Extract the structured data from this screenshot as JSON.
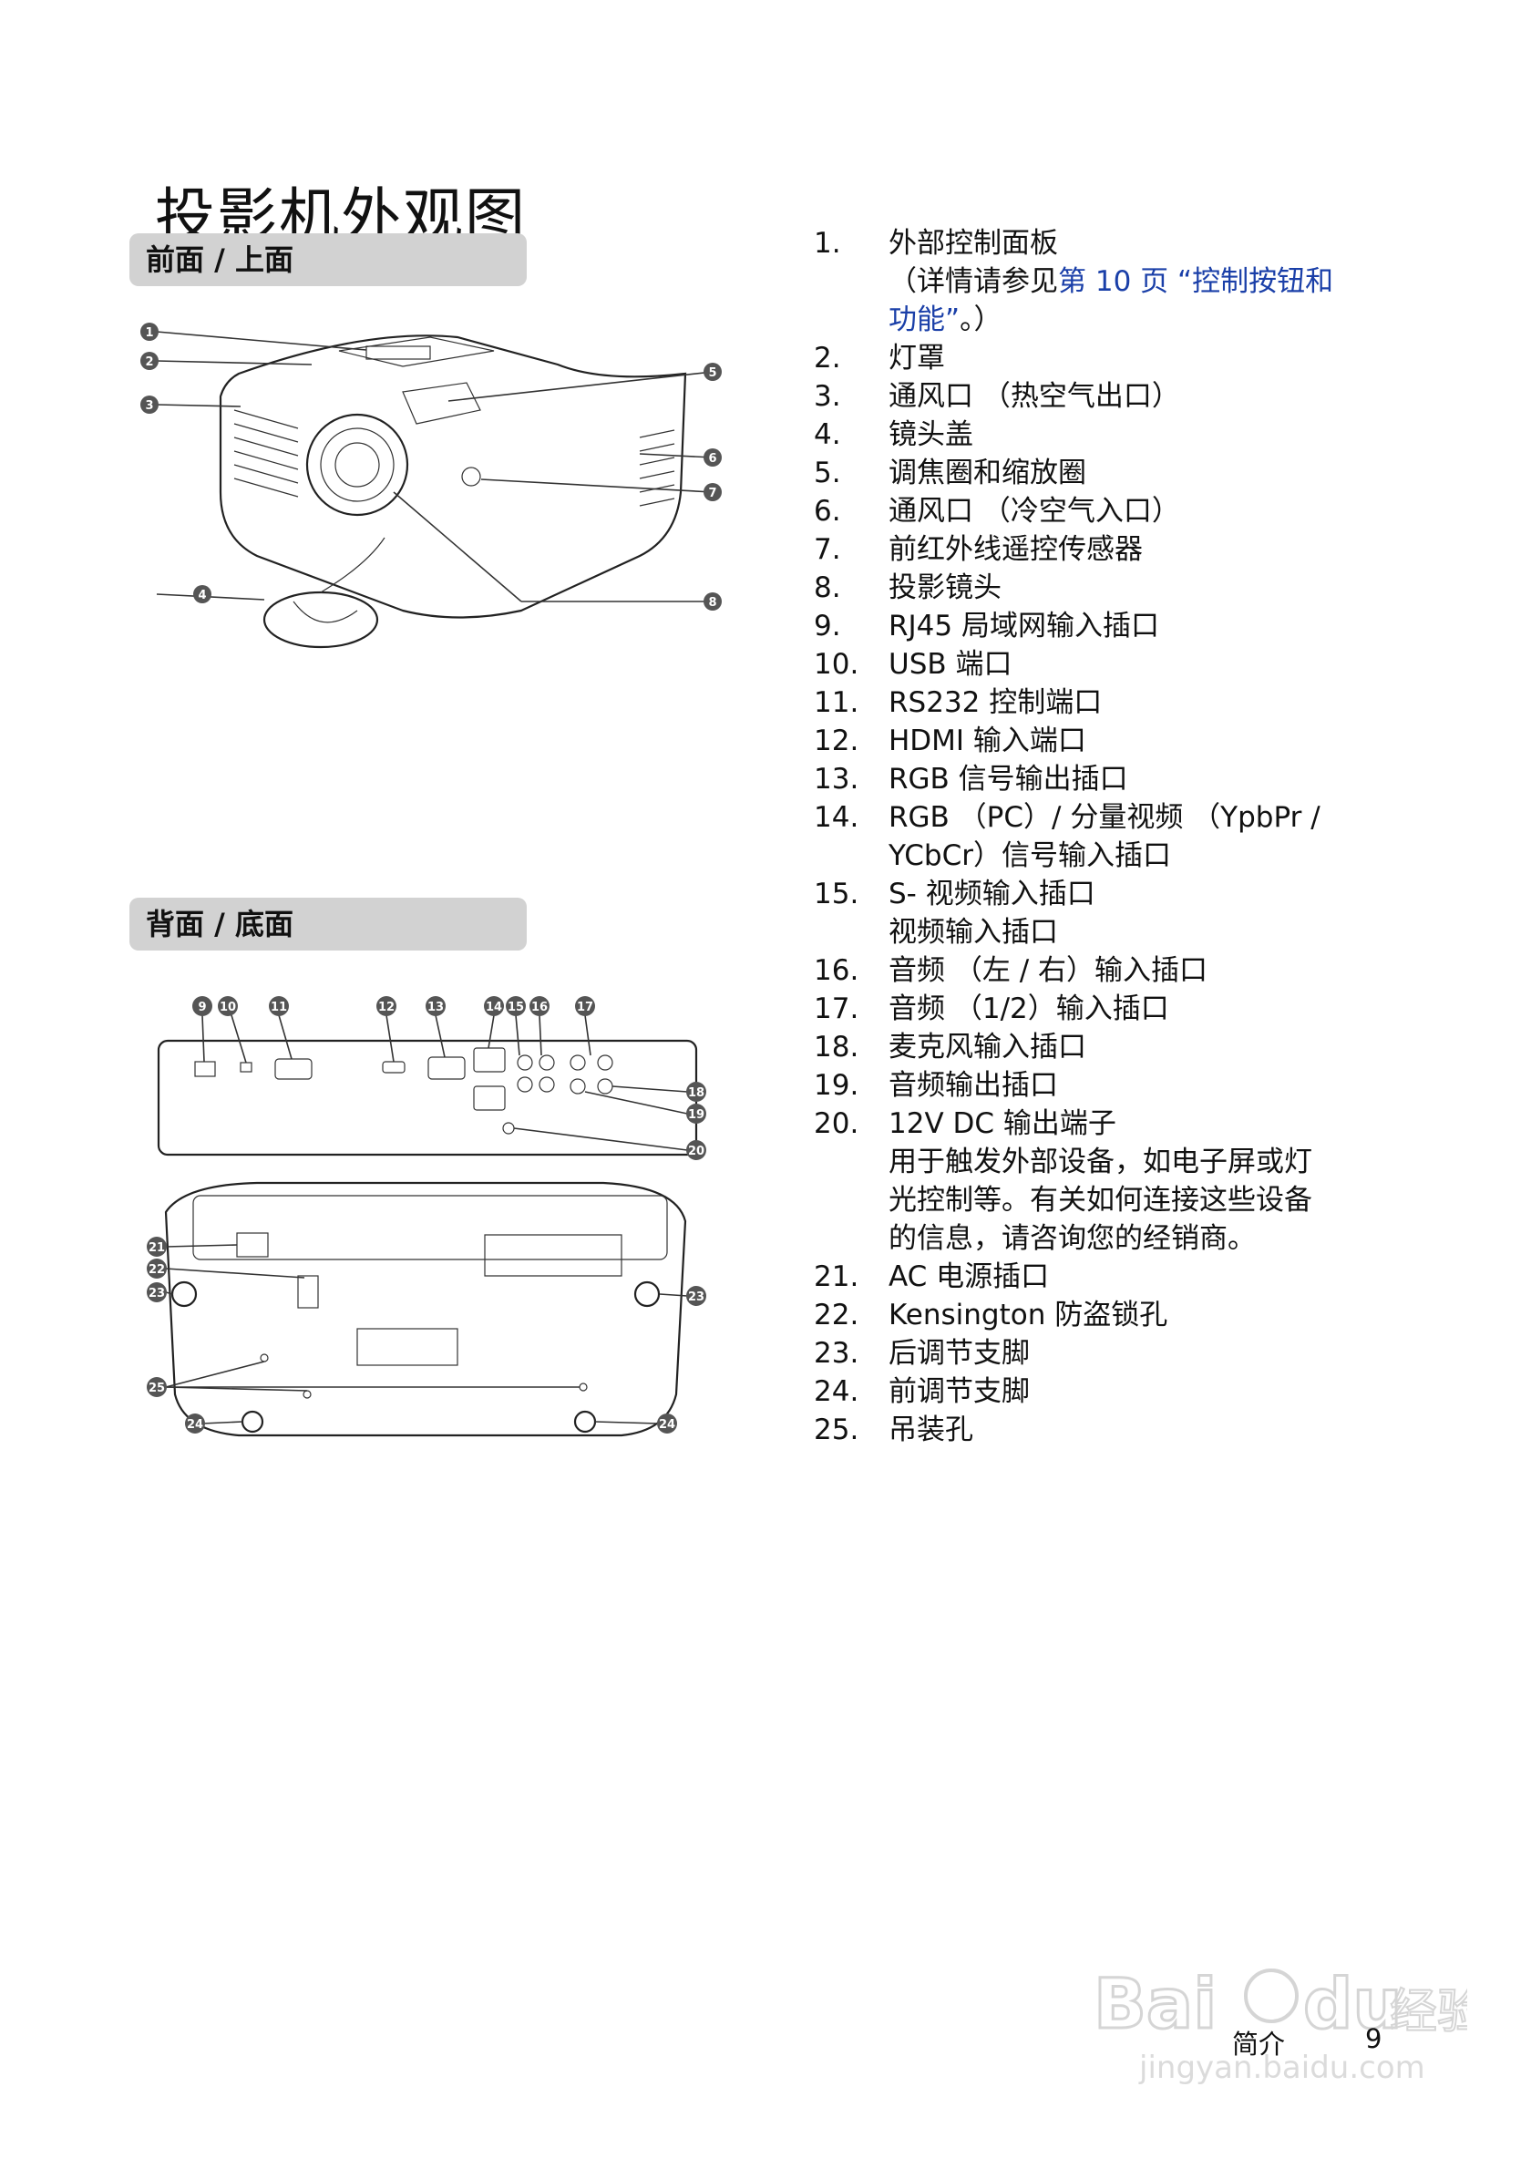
{
  "page_title": "投影机外观图",
  "sections": {
    "front": "前面 / 上面",
    "back": "背面 / 底面"
  },
  "front_callouts": [
    "1",
    "2",
    "3",
    "4",
    "5",
    "6",
    "7",
    "8"
  ],
  "back_callouts": [
    "9",
    "10",
    "11",
    "12",
    "13",
    "14",
    "15",
    "16",
    "17",
    "18",
    "19",
    "20",
    "21",
    "22",
    "23",
    "23",
    "24",
    "24",
    "25"
  ],
  "parts": [
    {
      "num": "1.",
      "text": "外部控制面板",
      "extra_prefix": "（详情请参见",
      "extra_link": "第 10 页 “控制按钮和",
      "extra_link2": "功能”",
      "extra_suffix": "。）"
    },
    {
      "num": "2.",
      "text": "灯罩"
    },
    {
      "num": "3.",
      "text": "通风口 （热空气出口）"
    },
    {
      "num": "4.",
      "text": "镜头盖"
    },
    {
      "num": "5.",
      "text": "调焦圈和缩放圈"
    },
    {
      "num": "6.",
      "text": "通风口 （冷空气入口）"
    },
    {
      "num": "7.",
      "text": "前红外线遥控传感器"
    },
    {
      "num": "8.",
      "text": "投影镜头"
    },
    {
      "num": "9.",
      "text": "RJ45 局域网输入插口"
    },
    {
      "num": "10.",
      "text": "USB 端口"
    },
    {
      "num": "11.",
      "text": "RS232 控制端口"
    },
    {
      "num": "12.",
      "text": "HDMI 输入端口"
    },
    {
      "num": "13.",
      "text": "RGB 信号输出插口"
    },
    {
      "num": "14.",
      "text": "RGB （PC）/ 分量视频 （YpbPr /",
      "line2": "YCbCr）信号输入插口"
    },
    {
      "num": "15.",
      "text": "S- 视频输入插口",
      "line2": "视频输入插口"
    },
    {
      "num": "16.",
      "text": "音频 （左 / 右）输入插口"
    },
    {
      "num": "17.",
      "text": "音频 （1/2）输入插口"
    },
    {
      "num": "18.",
      "text": "麦克风输入插口"
    },
    {
      "num": "19.",
      "text": "音频输出插口"
    },
    {
      "num": "20.",
      "text": "12V DC 输出端子",
      "line2": "用于触发外部设备，如电子屏或灯",
      "line3": "光控制等。有关如何连接这些设备",
      "line4": "的信息，请咨询您的经销商。"
    },
    {
      "num": "21.",
      "text": "AC 电源插口"
    },
    {
      "num": "22.",
      "text": "Kensington 防盗锁孔"
    },
    {
      "num": "23.",
      "text": "后调节支脚"
    },
    {
      "num": "24.",
      "text": "前调节支脚"
    },
    {
      "num": "25.",
      "text": "吊装孔"
    }
  ],
  "footer": {
    "section": "简介",
    "page": "9"
  },
  "watermark": {
    "brand": "Bai du 经验",
    "url": "jingyan.baidu.com"
  }
}
